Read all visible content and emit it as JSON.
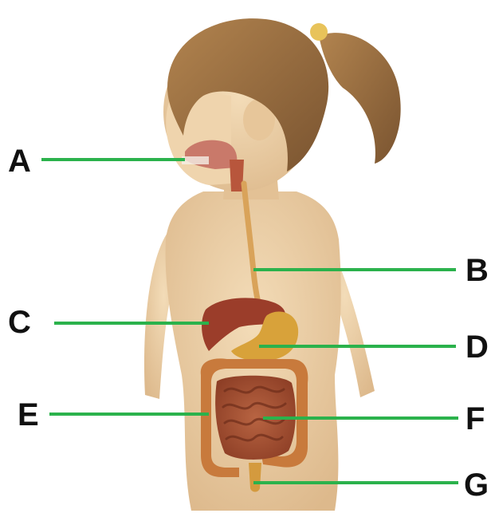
{
  "labels": [
    {
      "id": "A",
      "text": "A"
    },
    {
      "id": "B",
      "text": "B"
    },
    {
      "id": "C",
      "text": "C"
    },
    {
      "id": "D",
      "text": "D"
    },
    {
      "id": "E",
      "text": "E"
    },
    {
      "id": "F",
      "text": "F"
    },
    {
      "id": "G",
      "text": "G"
    }
  ],
  "colors": {
    "leader_line": "#2bb24c",
    "skin": "#ecd0a6",
    "skin_shade": "#d9b88a",
    "hair": "#9a6f3f",
    "hair_dark": "#6e4b26",
    "liver": "#9b3d2a",
    "stomach": "#d8a23a",
    "small_intestine": "#a85636",
    "large_intestine": "#c87a3c",
    "esophagus": "#d9a35a",
    "mouth": "#c9796a"
  }
}
